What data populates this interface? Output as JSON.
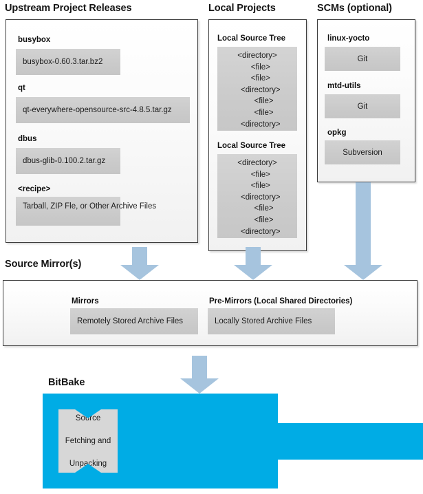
{
  "columns": {
    "upstream": {
      "title": "Upstream Project Releases",
      "items": [
        {
          "label": "busybox",
          "value": "busybox-0.60.3.tar.bz2"
        },
        {
          "label": "qt",
          "value": "qt-everywhere-opensource-src-4.8.5.tar.gz"
        },
        {
          "label": "dbus",
          "value": "dbus-glib-0.100.2.tar.gz"
        },
        {
          "label": "<recipe>",
          "value_line1": "Tarball, ZIP Fle, or",
          "value_line2": "Other Archive Files"
        }
      ]
    },
    "local_projects": {
      "title": "Local Projects",
      "items": [
        {
          "label": "Local Source Tree",
          "tree": [
            "<directory>",
            "   <file>",
            "   <file>",
            "   <directory>",
            "      <file>",
            "      <file>",
            "   <directory>"
          ]
        },
        {
          "label": "Local Source Tree",
          "tree": [
            "<directory>",
            "   <file>",
            "   <file>",
            "   <directory>",
            "      <file>",
            "      <file>",
            "   <directory>"
          ]
        }
      ]
    },
    "scms": {
      "title": "SCMs (optional)",
      "items": [
        {
          "label": "linux-yocto",
          "value": "Git"
        },
        {
          "label": "mtd-utils",
          "value": "Git"
        },
        {
          "label": "opkg",
          "value": "Subversion"
        }
      ]
    }
  },
  "source_mirror": {
    "title": "Source Mirror(s)",
    "items": [
      {
        "label": "Mirrors",
        "value": "Remotely Stored Archive Files"
      },
      {
        "label": "Pre-Mirrors (Local Shared Directories)",
        "value": "Locally Stored Archive Files"
      }
    ]
  },
  "bitbake": {
    "title": "BitBake",
    "task": {
      "line1": "Source",
      "line2": "Fetching and",
      "line3": "Unpacking"
    }
  },
  "colors": {
    "arrow": "#a6c4de",
    "bitbake_blue": "#00ace5",
    "chip_grey": "#cccccc",
    "panel_border": "#3d3d3d"
  },
  "arrows": [
    {
      "name": "upstream-to-mirror"
    },
    {
      "name": "local-projects-to-mirror"
    },
    {
      "name": "scms-to-mirror"
    },
    {
      "name": "mirror-to-bitbake"
    }
  ]
}
